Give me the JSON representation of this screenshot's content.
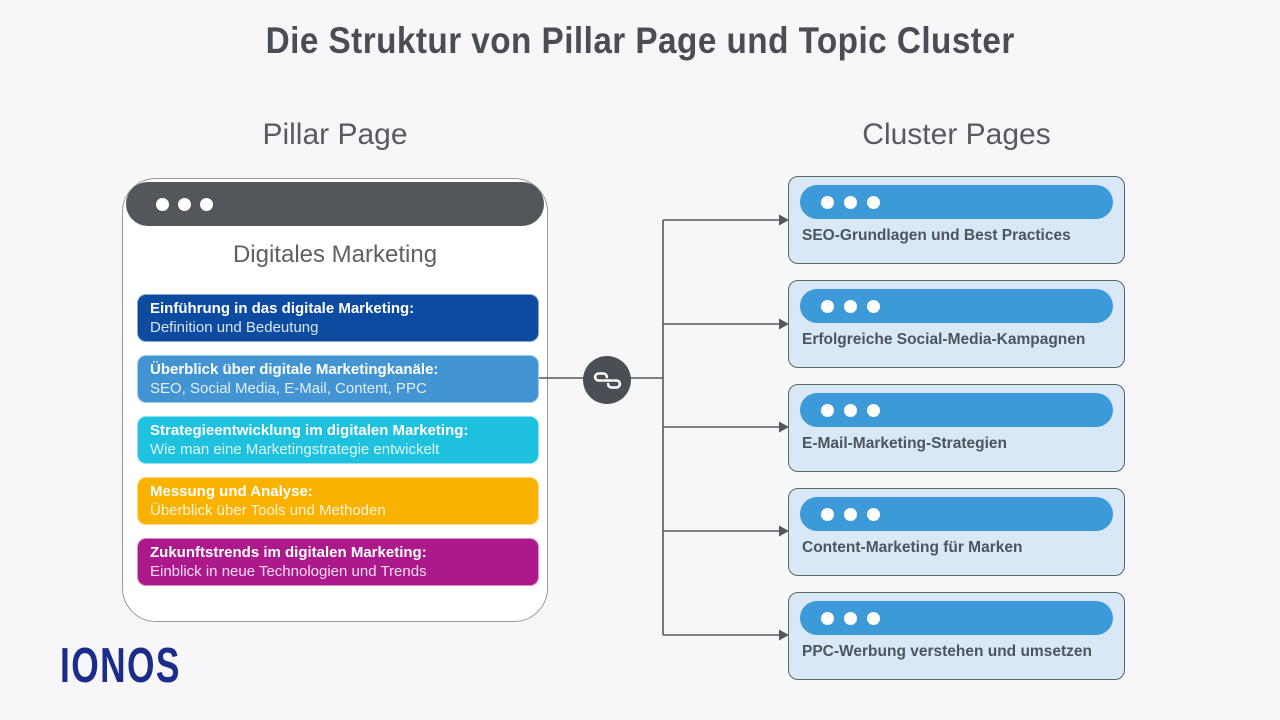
{
  "title": "Die Struktur von Pillar Page und Topic Cluster",
  "pillar": {
    "heading": "Pillar Page",
    "page_title": "Digitales Marketing",
    "items": [
      {
        "title": "Einführung in das digitale Marketing:",
        "subtitle": "Definition und Bedeutung",
        "color": "#0d4ba0"
      },
      {
        "title": "Überblick über digitale Marketingkanäle:",
        "subtitle": "SEO, Social Media, E-Mail, Content, PPC",
        "color": "#4295d2"
      },
      {
        "title": "Strategieentwicklung im digitalen Marketing:",
        "subtitle": "Wie man eine Marketingstrategie entwickelt",
        "color": "#1fc2de"
      },
      {
        "title": "Messung und Analyse:",
        "subtitle": "Überblick über Tools und Methoden",
        "color": "#f9b200"
      },
      {
        "title": "Zukunftstrends im digitalen Marketing:",
        "subtitle": "Einblick in neue Technologien und Trends",
        "color": "#ab198b"
      }
    ]
  },
  "cluster": {
    "heading": "Cluster Pages",
    "pages": [
      {
        "label": "SEO-Grundlagen und Best Practices"
      },
      {
        "label": "Erfolgreiche Social-Media-Kampagnen"
      },
      {
        "label": "E-Mail-Marketing-Strategien"
      },
      {
        "label": "Content-Marketing für Marken"
      },
      {
        "label": "PPC-Werbung verstehen und umsetzen"
      }
    ]
  },
  "logo": {
    "text": "IONOS"
  },
  "colors": {
    "background": "#f7f7f9",
    "title_text": "#4a4e54",
    "heading_text": "#575b61",
    "pillar_card_bg": "#ffffff",
    "browser_bar_dark": "#53565b",
    "cluster_bar_blue": "#3d9ad8",
    "cluster_card_bg": "#d9e8f6",
    "connector_line": "#55585d",
    "link_badge_bg": "#4a4f55",
    "logo_blue": "#1b2c8a"
  }
}
